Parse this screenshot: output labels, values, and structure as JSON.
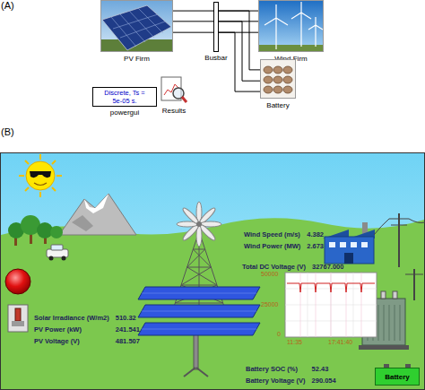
{
  "diagram": {
    "nodes": [
      {
        "text": [
          "PV Firm"
        ]
      },
      {
        "text": [
          "Busbar"
        ]
      },
      {
        "text": [
          "Wind Firm"
        ]
      },
      {
        "text": [
          "Battery"
        ]
      },
      {
        "text": [
          "Discrete, Ts = 5e-05 s.",
          "powergui"
        ]
      },
      {
        "text": [
          "Results"
        ]
      },
      {
        "text": [
          "Battery"
        ]
      }
    ],
    "edges": [
      {
        "from": 0,
        "to": 1,
        "arrow": "none"
      },
      {
        "from": 1,
        "to": 2,
        "arrow": "none"
      },
      {
        "from": 1,
        "to": 3,
        "arrow": "none"
      }
    ],
    "labels": [
      "(A)",
      "(B)",
      "Wind Speed (m/s)",
      "4.382",
      "Wind Power (MW)",
      "2.673",
      "Total DC Voltage (V)",
      "32767.000",
      "50000",
      "25000",
      "0",
      "11:35",
      "17:41:40",
      "Solar Irradiance (W/m2)",
      "510.32",
      "PV Power (kW)",
      "241.541",
      "PV Voltage (V)",
      "481.507",
      "Battery SOC (%)",
      "52.43",
      "Battery Voltage (V)",
      "290.054"
    ]
  }
}
